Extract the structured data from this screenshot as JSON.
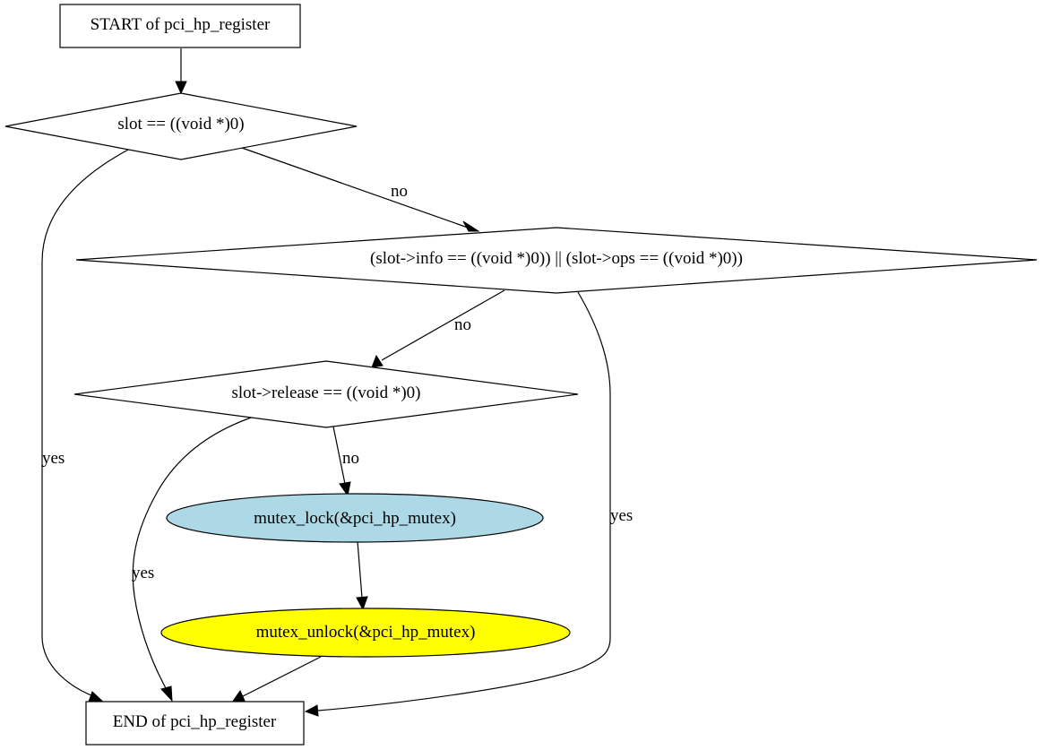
{
  "nodes": {
    "start": {
      "label": "START of pci_hp_register",
      "shape": "box",
      "fill": "#ffffff"
    },
    "cond_slot_null": {
      "label": "slot == ((void *)0)",
      "shape": "diamond",
      "fill": "#ffffff"
    },
    "cond_info_ops_null": {
      "label": "(slot->info == ((void *)0)) || (slot->ops == ((void *)0))",
      "shape": "diamond",
      "fill": "#ffffff"
    },
    "cond_release_null": {
      "label": "slot->release == ((void *)0)",
      "shape": "diamond",
      "fill": "#ffffff"
    },
    "mutex_lock": {
      "label": "mutex_lock(&pci_hp_mutex)",
      "shape": "ellipse",
      "fill": "#add8e6"
    },
    "mutex_unlock": {
      "label": "mutex_unlock(&pci_hp_mutex)",
      "shape": "ellipse",
      "fill": "#ffff00"
    },
    "end": {
      "label": "END of pci_hp_register",
      "shape": "box",
      "fill": "#ffffff"
    }
  },
  "edges": [
    {
      "from": "start",
      "to": "cond_slot_null",
      "label": ""
    },
    {
      "from": "cond_slot_null",
      "to": "cond_info_ops_null",
      "label": "no"
    },
    {
      "from": "cond_slot_null",
      "to": "end",
      "label": "yes"
    },
    {
      "from": "cond_info_ops_null",
      "to": "cond_release_null",
      "label": "no"
    },
    {
      "from": "cond_info_ops_null",
      "to": "end",
      "label": "yes"
    },
    {
      "from": "cond_release_null",
      "to": "mutex_lock",
      "label": "no"
    },
    {
      "from": "cond_release_null",
      "to": "end",
      "label": "yes"
    },
    {
      "from": "mutex_lock",
      "to": "mutex_unlock",
      "label": ""
    },
    {
      "from": "mutex_unlock",
      "to": "end",
      "label": ""
    }
  ],
  "colors": {
    "stroke": "#000000",
    "default_fill": "#ffffff",
    "lock_fill": "#add8e6",
    "unlock_fill": "#ffff00"
  }
}
